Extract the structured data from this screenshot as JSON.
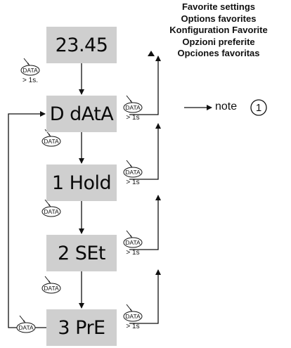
{
  "displays": [
    {
      "id": "value",
      "text": "23.45"
    },
    {
      "id": "data",
      "text": "D dAtA"
    },
    {
      "id": "hold",
      "text": "1 Hold"
    },
    {
      "id": "set",
      "text": "2 SEt"
    },
    {
      "id": "pre",
      "text": "3 PrE"
    }
  ],
  "favorites": {
    "lines": [
      "Favorite settings",
      "Options favorites",
      "Konfiguration Favorite",
      "Opzioni preferite",
      "Opciones favoritas"
    ]
  },
  "note": {
    "text": "note",
    "number": "1"
  },
  "buttons": {
    "label": "DATA",
    "hold_first": "> 1s.",
    "hold_side": "> 1s"
  }
}
